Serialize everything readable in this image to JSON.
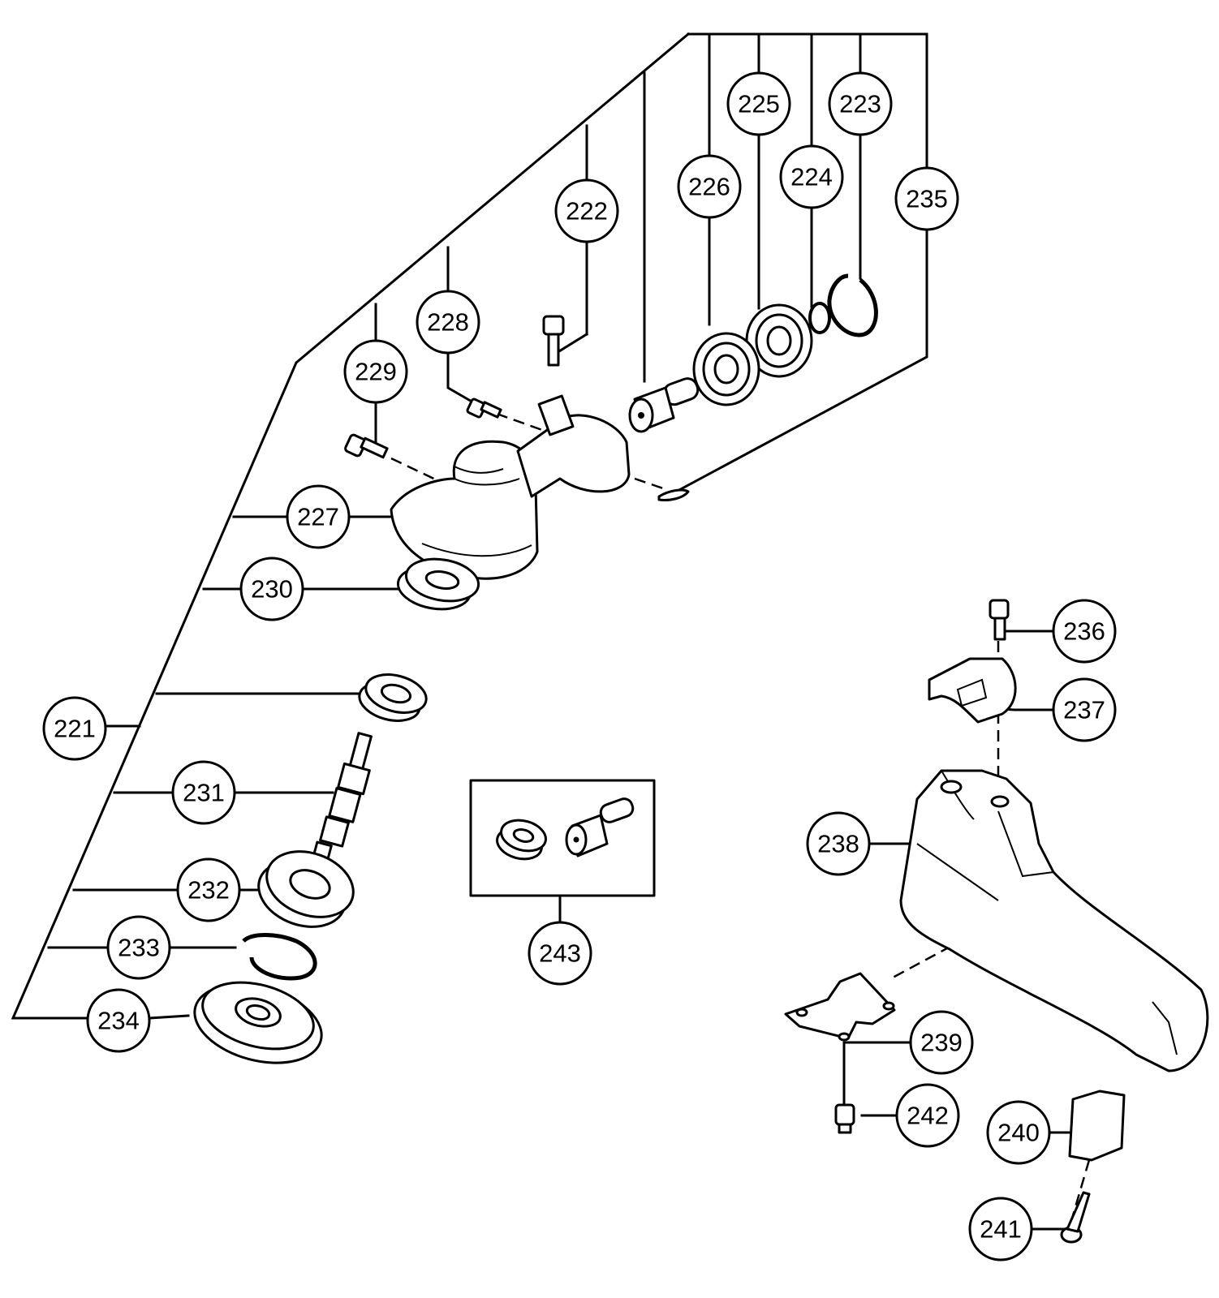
{
  "callouts": [
    {
      "id": "221",
      "label": "221"
    },
    {
      "id": "222",
      "label": "222"
    },
    {
      "id": "223",
      "label": "223"
    },
    {
      "id": "224",
      "label": "224"
    },
    {
      "id": "225",
      "label": "225"
    },
    {
      "id": "226",
      "label": "226"
    },
    {
      "id": "227",
      "label": "227"
    },
    {
      "id": "228",
      "label": "228"
    },
    {
      "id": "229",
      "label": "229"
    },
    {
      "id": "230",
      "label": "230"
    },
    {
      "id": "231",
      "label": "231"
    },
    {
      "id": "232",
      "label": "232"
    },
    {
      "id": "233",
      "label": "233"
    },
    {
      "id": "234",
      "label": "234"
    },
    {
      "id": "235",
      "label": "235"
    },
    {
      "id": "236",
      "label": "236"
    },
    {
      "id": "237",
      "label": "237"
    },
    {
      "id": "238",
      "label": "238"
    },
    {
      "id": "239",
      "label": "239"
    },
    {
      "id": "240",
      "label": "240"
    },
    {
      "id": "241",
      "label": "241"
    },
    {
      "id": "242",
      "label": "242"
    },
    {
      "id": "243",
      "label": "243"
    }
  ]
}
